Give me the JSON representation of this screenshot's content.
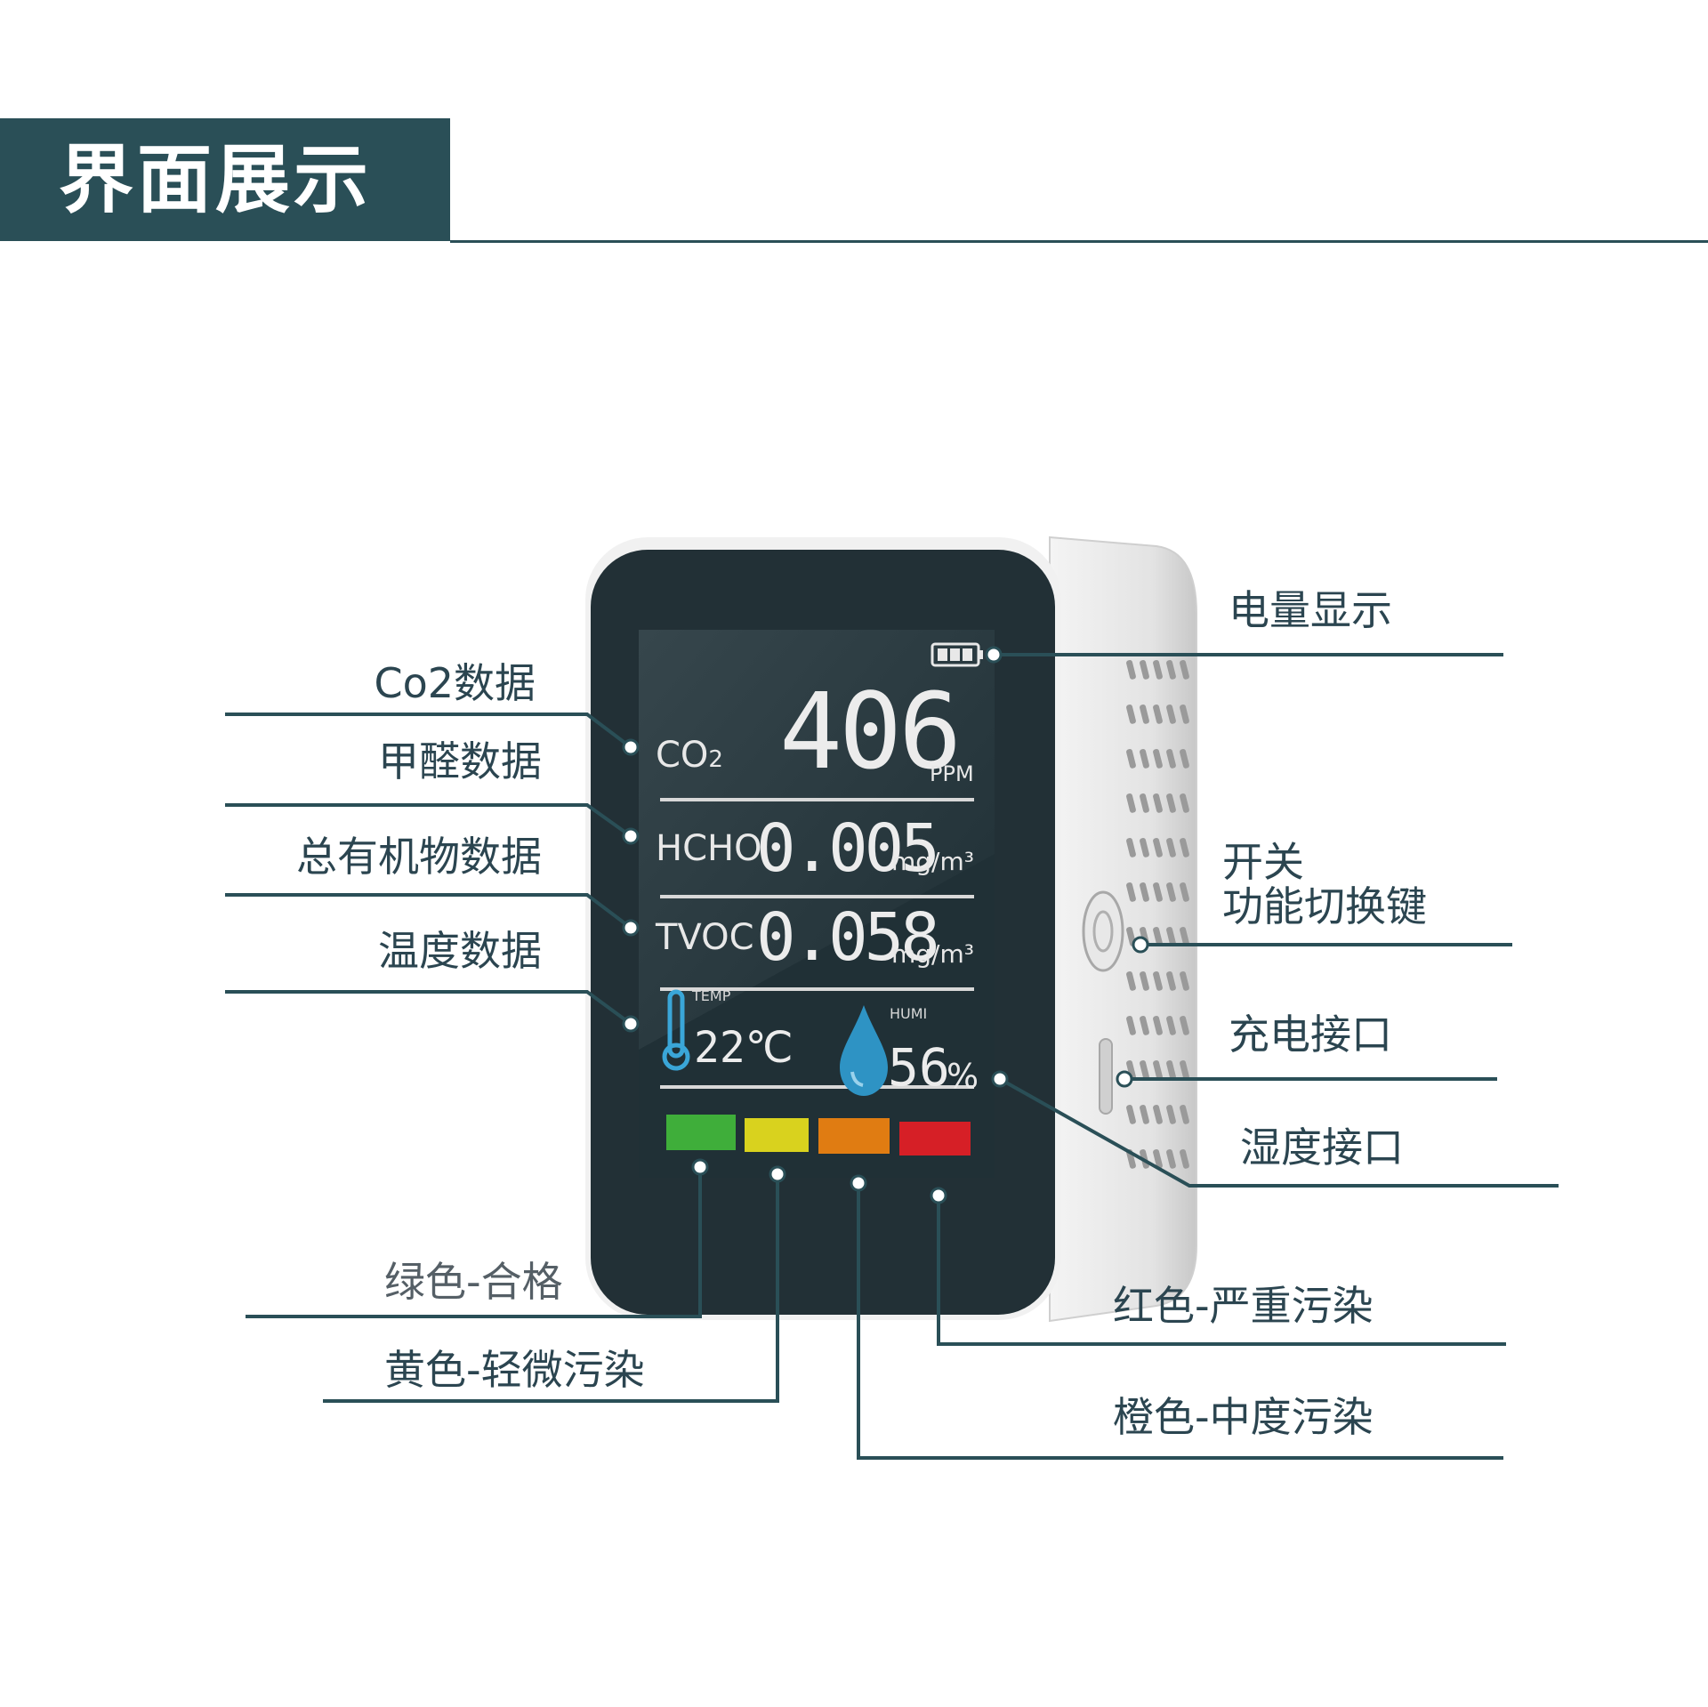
{
  "header": {
    "title": "界面展示"
  },
  "callouts": {
    "co2": "Co2数据",
    "hcho": "甲醛数据",
    "tvoc": "总有机物数据",
    "temp": "温度数据",
    "battery": "电量显示",
    "switch_line1": "开关",
    "switch_line2": "功能切换键",
    "charge": "充电接口",
    "humidity": "湿度接口",
    "green": "绿色-合格",
    "yellow": "黄色-轻微污染",
    "red": "红色-严重污染",
    "orange": "橙色-中度污染"
  },
  "screen": {
    "co2_label": "CO",
    "co2_sub": "2",
    "co2_value": "406",
    "co2_unit": "PPM",
    "hcho_label": "HCHO",
    "hcho_value": "0.005",
    "hcho_unit": "mg/m³",
    "tvoc_label": "TVOC",
    "tvoc_value": "0.058",
    "tvoc_unit": "mg/m³",
    "temp_label": "TEMP",
    "temp_value": "22℃",
    "humi_label": "HUMI",
    "humi_value": "56",
    "humi_unit": "%"
  },
  "colors": {
    "brand": "#2a4f57",
    "green": "#3fae3a",
    "yellow": "#d9d21e",
    "orange": "#e07c12",
    "red": "#d61f26"
  }
}
